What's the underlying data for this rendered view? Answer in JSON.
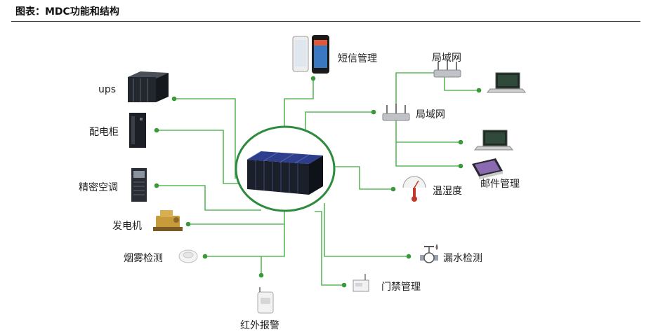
{
  "header": {
    "title": "图表：MDC功能和结构"
  },
  "nodes": {
    "sms": "短信管理",
    "lan_top": "局域网",
    "lan_mid": "局域网",
    "ups": "ups",
    "pdu": "配电柜",
    "ac": "精密空调",
    "temp": "温湿度",
    "email": "邮件管理",
    "generator": "发电机",
    "smoke": "烟雾检测",
    "leak": "漏水检测",
    "access": "门禁管理",
    "ir": "红外报警"
  },
  "colors": {
    "line": "#5cb85c",
    "dot": "#3a9a3a",
    "ring": "#2e8b3e"
  }
}
